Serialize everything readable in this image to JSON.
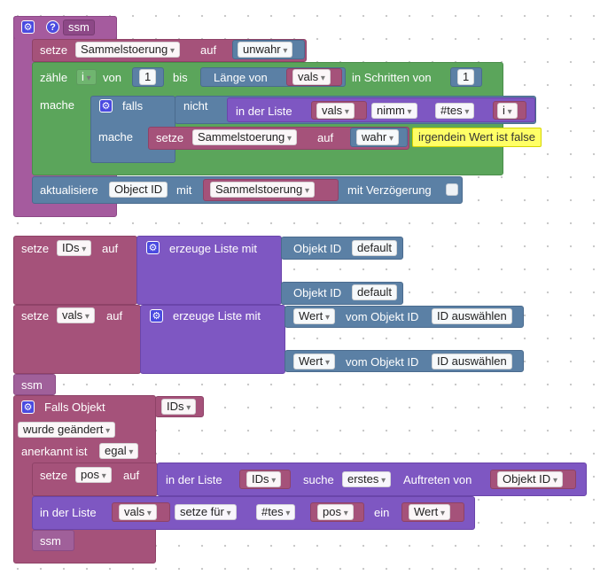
{
  "script_block": {
    "name": "ssm",
    "setze_label": "setze",
    "var_name": "Sammelstoerung",
    "auf_label": "auf",
    "init_value": "unwahr",
    "loop": {
      "zaehle_label": "zähle",
      "var": "i",
      "von_label": "von",
      "from": "1",
      "bis_label": "bis",
      "laenge_label": "Länge von",
      "list_var": "vals",
      "step_label": "in Schritten von",
      "step": "1",
      "mache_label": "mache",
      "if": {
        "falls_label": "falls",
        "nicht_label": "nicht",
        "in_liste_label": "in der Liste",
        "list_var": "vals",
        "op": "nimm",
        "pos_mode": "#tes",
        "index_var": "i",
        "mache_label": "mache",
        "setze_label": "setze",
        "var_name": "Sammelstoerung",
        "auf_label": "auf",
        "value": "wahr",
        "comment": "irgendein Wert ist false"
      }
    },
    "update": {
      "label": "aktualisiere",
      "obj_label": "Object ID",
      "mit_label": "mit",
      "var_name": "Sammelstoerung",
      "delay_label": "mit Verzögerung"
    }
  },
  "ids_block": {
    "setze_label": "setze",
    "var": "IDs",
    "auf_label": "auf",
    "create_label": "erzeuge Liste mit",
    "item1_label": "Objekt ID",
    "item1_value": "default",
    "item2_label": "Objekt ID",
    "item2_value": "default"
  },
  "vals_block": {
    "setze_label": "setze",
    "var": "vals",
    "auf_label": "auf",
    "create_label": "erzeuge Liste mit",
    "item1_label": "Wert",
    "item1_from": "vom Objekt ID",
    "item1_id": "ID auswählen",
    "item2_label": "Wert",
    "item2_from": "vom Objekt ID",
    "item2_id": "ID auswählen"
  },
  "ssm_call": "ssm",
  "trigger_block": {
    "label": "Falls Objekt",
    "ids_var": "IDs",
    "changed": "wurde geändert",
    "ack_label": "anerkannt ist",
    "ack_value": "egal",
    "setze_label": "setze",
    "pos_var": "pos",
    "auf_label": "auf",
    "in_liste_label": "in der Liste",
    "ids_var2": "IDs",
    "suche_label": "suche",
    "first_mode": "erstes",
    "auftreten_label": "Auftreten von",
    "obj_id": "Objekt ID",
    "list_label": "in der Liste",
    "vals_var": "vals",
    "setze_fuer": "setze für",
    "pos_mode": "#tes",
    "pos_var2": "pos",
    "ein_label": "ein",
    "wert_label": "Wert",
    "ssm_call": "ssm"
  }
}
